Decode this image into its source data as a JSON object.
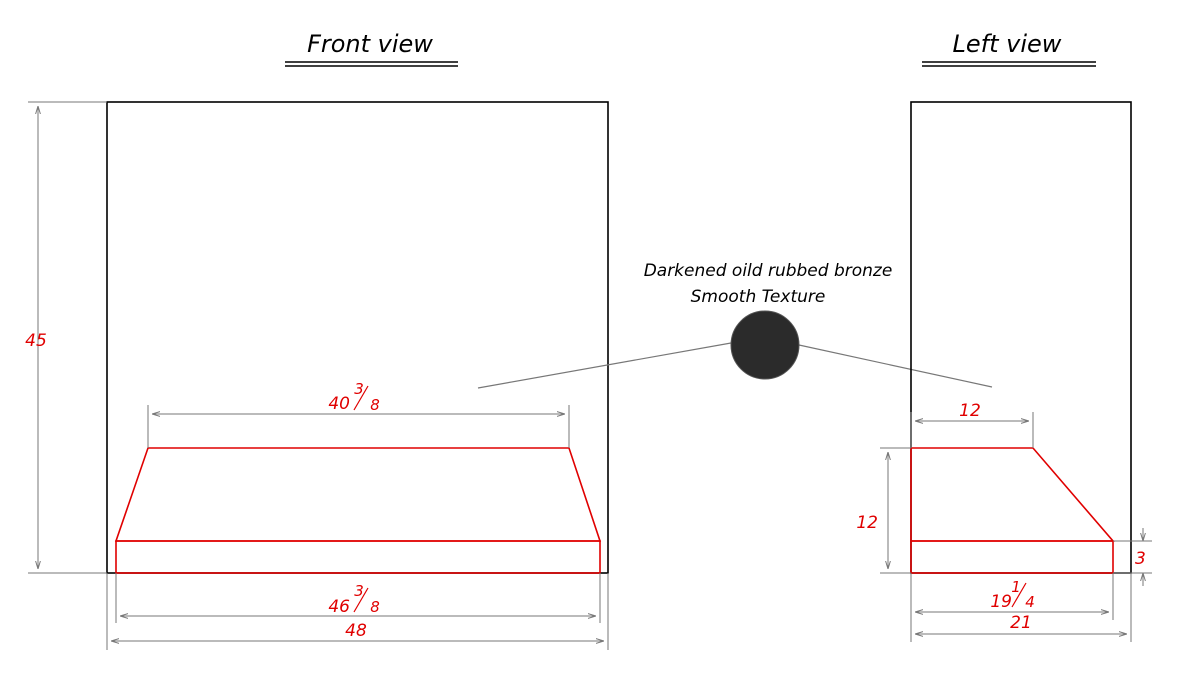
{
  "views": {
    "front_title": "Front view",
    "left_title": "Left view"
  },
  "finish": {
    "line1": "Darkened oild rubbed bronze",
    "line2": "Smooth Texture",
    "swatch_color": "#2b2b2b"
  },
  "front_dims": {
    "height": "45",
    "top_whole": "40",
    "top_num": "3",
    "top_den": "8",
    "base_whole": "46",
    "base_num": "3",
    "base_den": "8",
    "overall_width": "48"
  },
  "left_dims": {
    "top_depth": "12",
    "hood_height": "12",
    "base_height": "3",
    "base_whole": "19",
    "base_num": "1",
    "base_den": "4",
    "overall_depth": "21"
  },
  "colors": {
    "outline": "#000000",
    "hood": "#e00000",
    "dimension_line": "#777777"
  }
}
